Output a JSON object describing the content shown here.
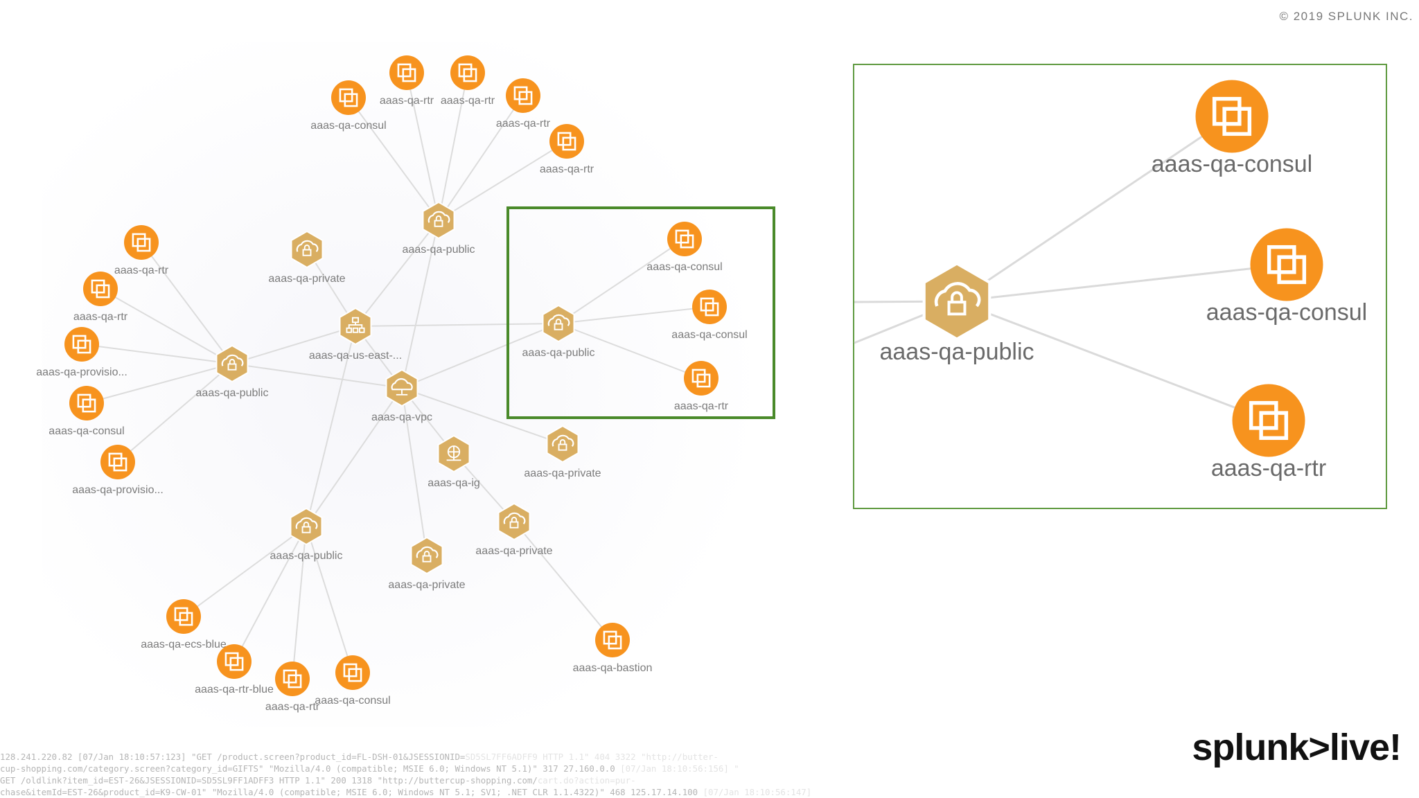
{
  "copyright": "© 2019 SPLUNK INC.",
  "brand": "splunk>live!",
  "colors": {
    "instance": "#f7931e",
    "network": "#d9ae62",
    "zoom_border": "#4a8a2a"
  },
  "icons": {
    "instance": "instance-square-icon",
    "subnet": "subnet-lock-icon",
    "region": "region-sitemap-icon",
    "vpc": "vpc-cloud-icon",
    "gateway": "internet-gateway-icon"
  },
  "nodes": [
    {
      "id": "n1",
      "label": "aaas-qa-consul",
      "type": "instance"
    },
    {
      "id": "n2",
      "label": "aaas-qa-rtr",
      "type": "instance"
    },
    {
      "id": "n3",
      "label": "aaas-qa-rtr",
      "type": "instance"
    },
    {
      "id": "n4",
      "label": "aaas-qa-rtr",
      "type": "instance"
    },
    {
      "id": "n5",
      "label": "aaas-qa-rtr",
      "type": "instance"
    },
    {
      "id": "n6",
      "label": "aaas-qa-public",
      "type": "subnet"
    },
    {
      "id": "n7",
      "label": "aaas-qa-private",
      "type": "subnet"
    },
    {
      "id": "n8",
      "label": "aaas-qa-rtr",
      "type": "instance"
    },
    {
      "id": "n9",
      "label": "aaas-qa-rtr",
      "type": "instance"
    },
    {
      "id": "n10",
      "label": "aaas-qa-provisio...",
      "type": "instance"
    },
    {
      "id": "n11",
      "label": "aaas-qa-consul",
      "type": "instance"
    },
    {
      "id": "n12",
      "label": "aaas-qa-provisio...",
      "type": "instance"
    },
    {
      "id": "n13",
      "label": "aaas-qa-public",
      "type": "subnet"
    },
    {
      "id": "n14",
      "label": "aaas-qa-us-east-...",
      "type": "region"
    },
    {
      "id": "n15",
      "label": "aaas-qa-vpc",
      "type": "vpc"
    },
    {
      "id": "n16",
      "label": "aaas-qa-public",
      "type": "subnet"
    },
    {
      "id": "n17",
      "label": "aaas-qa-consul",
      "type": "instance"
    },
    {
      "id": "n18",
      "label": "aaas-qa-consul",
      "type": "instance"
    },
    {
      "id": "n19",
      "label": "aaas-qa-rtr",
      "type": "instance"
    },
    {
      "id": "n20",
      "label": "aaas-qa-ig",
      "type": "gateway"
    },
    {
      "id": "n21",
      "label": "aaas-qa-private",
      "type": "subnet"
    },
    {
      "id": "n22",
      "label": "aaas-qa-private",
      "type": "subnet"
    },
    {
      "id": "n23",
      "label": "aaas-qa-public",
      "type": "subnet"
    },
    {
      "id": "n24",
      "label": "aaas-qa-private",
      "type": "subnet"
    },
    {
      "id": "n25",
      "label": "aaas-qa-bastion",
      "type": "instance"
    },
    {
      "id": "n26",
      "label": "aaas-qa-ecs-blue",
      "type": "instance"
    },
    {
      "id": "n27",
      "label": "aaas-qa-rtr-blue",
      "type": "instance"
    },
    {
      "id": "n28",
      "label": "aaas-qa-rtr",
      "type": "instance"
    },
    {
      "id": "n29",
      "label": "aaas-qa-consul",
      "type": "instance"
    }
  ],
  "edges": [
    [
      "n6",
      "n1"
    ],
    [
      "n6",
      "n2"
    ],
    [
      "n6",
      "n3"
    ],
    [
      "n6",
      "n4"
    ],
    [
      "n6",
      "n5"
    ],
    [
      "n6",
      "n14"
    ],
    [
      "n7",
      "n14"
    ],
    [
      "n13",
      "n8"
    ],
    [
      "n13",
      "n9"
    ],
    [
      "n13",
      "n10"
    ],
    [
      "n13",
      "n11"
    ],
    [
      "n13",
      "n12"
    ],
    [
      "n13",
      "n14"
    ],
    [
      "n13",
      "n15"
    ],
    [
      "n14",
      "n15"
    ],
    [
      "n14",
      "n16"
    ],
    [
      "n14",
      "n23"
    ],
    [
      "n16",
      "n17"
    ],
    [
      "n16",
      "n18"
    ],
    [
      "n16",
      "n19"
    ],
    [
      "n15",
      "n16"
    ],
    [
      "n15",
      "n6"
    ],
    [
      "n15",
      "n20"
    ],
    [
      "n15",
      "n21"
    ],
    [
      "n15",
      "n22"
    ],
    [
      "n15",
      "n23"
    ],
    [
      "n20",
      "n24"
    ],
    [
      "n24",
      "n25"
    ],
    [
      "n23",
      "n26"
    ],
    [
      "n23",
      "n27"
    ],
    [
      "n23",
      "n28"
    ],
    [
      "n23",
      "n29"
    ]
  ],
  "zoom": {
    "nodes": [
      {
        "id": "z0",
        "label": "aaas-qa-public",
        "type": "subnet"
      },
      {
        "id": "z1",
        "label": "aaas-qa-consul",
        "type": "instance"
      },
      {
        "id": "z2",
        "label": "aaas-qa-consul",
        "type": "instance"
      },
      {
        "id": "z3",
        "label": "aaas-qa-rtr",
        "type": "instance"
      }
    ],
    "edges": [
      [
        "z0",
        "z1"
      ],
      [
        "z0",
        "z2"
      ],
      [
        "z0",
        "z3"
      ]
    ]
  },
  "logs": [
    {
      "text": "128.241.220.82 [07/Jan 18:10:57:123] \"GET /product.screen?product_id=FL-DSH-01&JSESSIONID=",
      "fade": "SD5SL7FF6ADFF9 HTTP 1.1\" 404 3322 \"http://butter-"
    },
    {
      "text": "cup-shopping.com/category.screen?category_id=GIFTS\" \"Mozilla/4.0 (compatible; MSIE 6.0; Windows NT 5.1)\" 317 27.160.0.0",
      "fade": " [07/Jan 18:10:56:156] \""
    },
    {
      "text": "GET /oldlink?item_id=EST-26&JSESSIONID=SD5SL9FF1ADFF3 HTTP 1.1\" 200 1318 \"http://buttercup-shopping.com/",
      "fade": "cart.do?action=pur-"
    },
    {
      "text": "chase&itemId=EST-26&product_id=K9-CW-01\" \"Mozilla/4.0 (compatible; MSIE 6.0; Windows NT 5.1; SV1; .NET CLR 1.1.4322)\" 468 125.17.14.100",
      "fade": " [07/Jan 18:10:56:147]"
    }
  ]
}
